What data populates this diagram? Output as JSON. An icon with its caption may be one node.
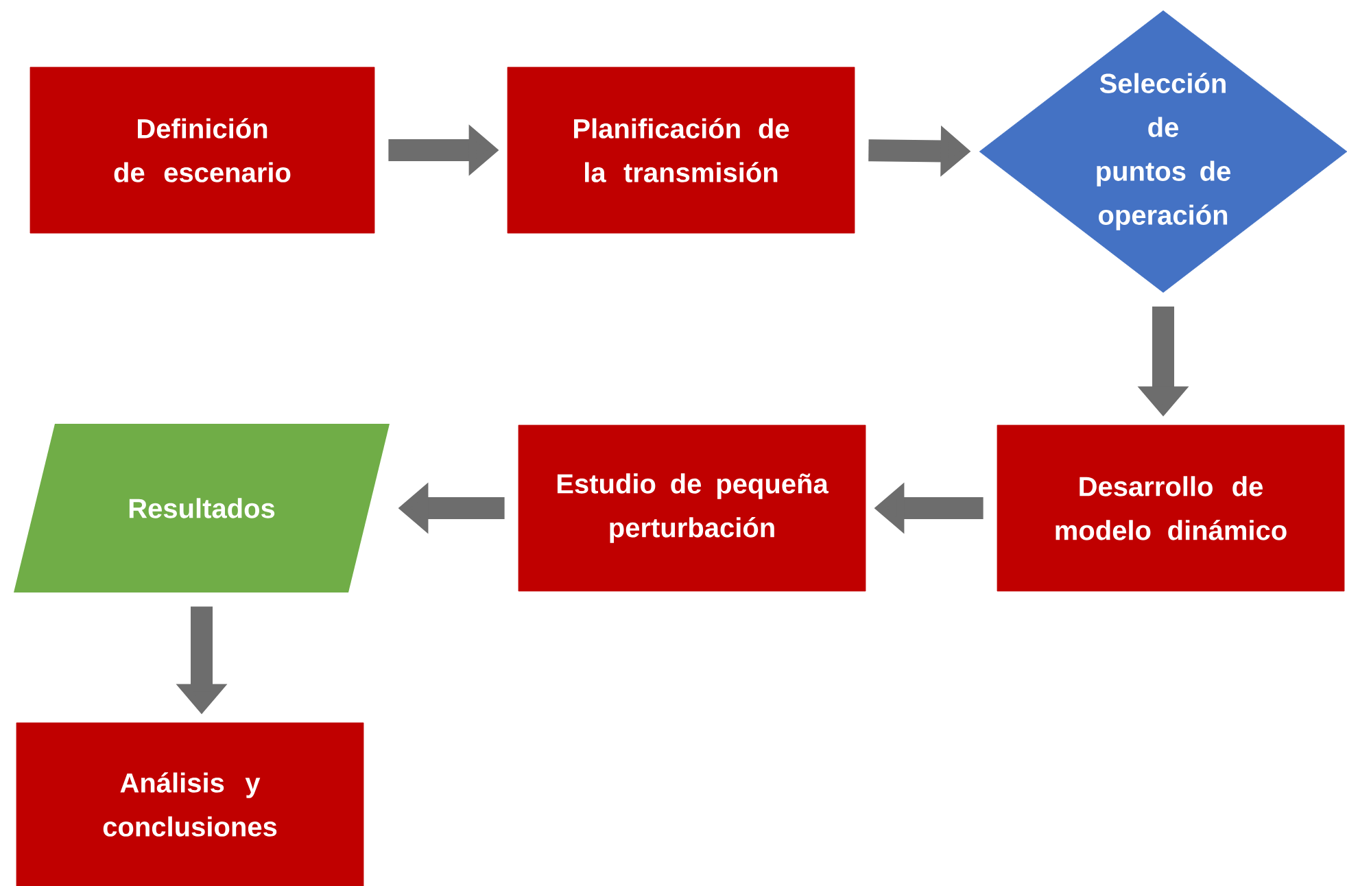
{
  "diagram": {
    "nodes": [
      {
        "text": [
          "Definición de escenario"
        ]
      },
      {
        "text": [
          "Planificación de la transmisión"
        ]
      },
      {
        "text": [
          "Selección de puntos de operación"
        ]
      },
      {
        "text": [
          "Desarrollo de modelo dinámico"
        ]
      },
      {
        "text": [
          "Estudio de pequeña perturbación"
        ]
      },
      {
        "text": [
          "Resultados"
        ]
      },
      {
        "text": [
          "Análisis y conclusiones"
        ]
      }
    ],
    "edges": [
      {
        "from": 0,
        "to": 1,
        "arrow": "to"
      },
      {
        "from": 1,
        "to": 2,
        "arrow": "to"
      },
      {
        "from": 2,
        "to": 3,
        "arrow": "to"
      },
      {
        "from": 3,
        "to": 4,
        "arrow": "to"
      },
      {
        "from": 4,
        "to": 5,
        "arrow": "to"
      },
      {
        "from": 5,
        "to": 6,
        "arrow": "to"
      }
    ]
  }
}
